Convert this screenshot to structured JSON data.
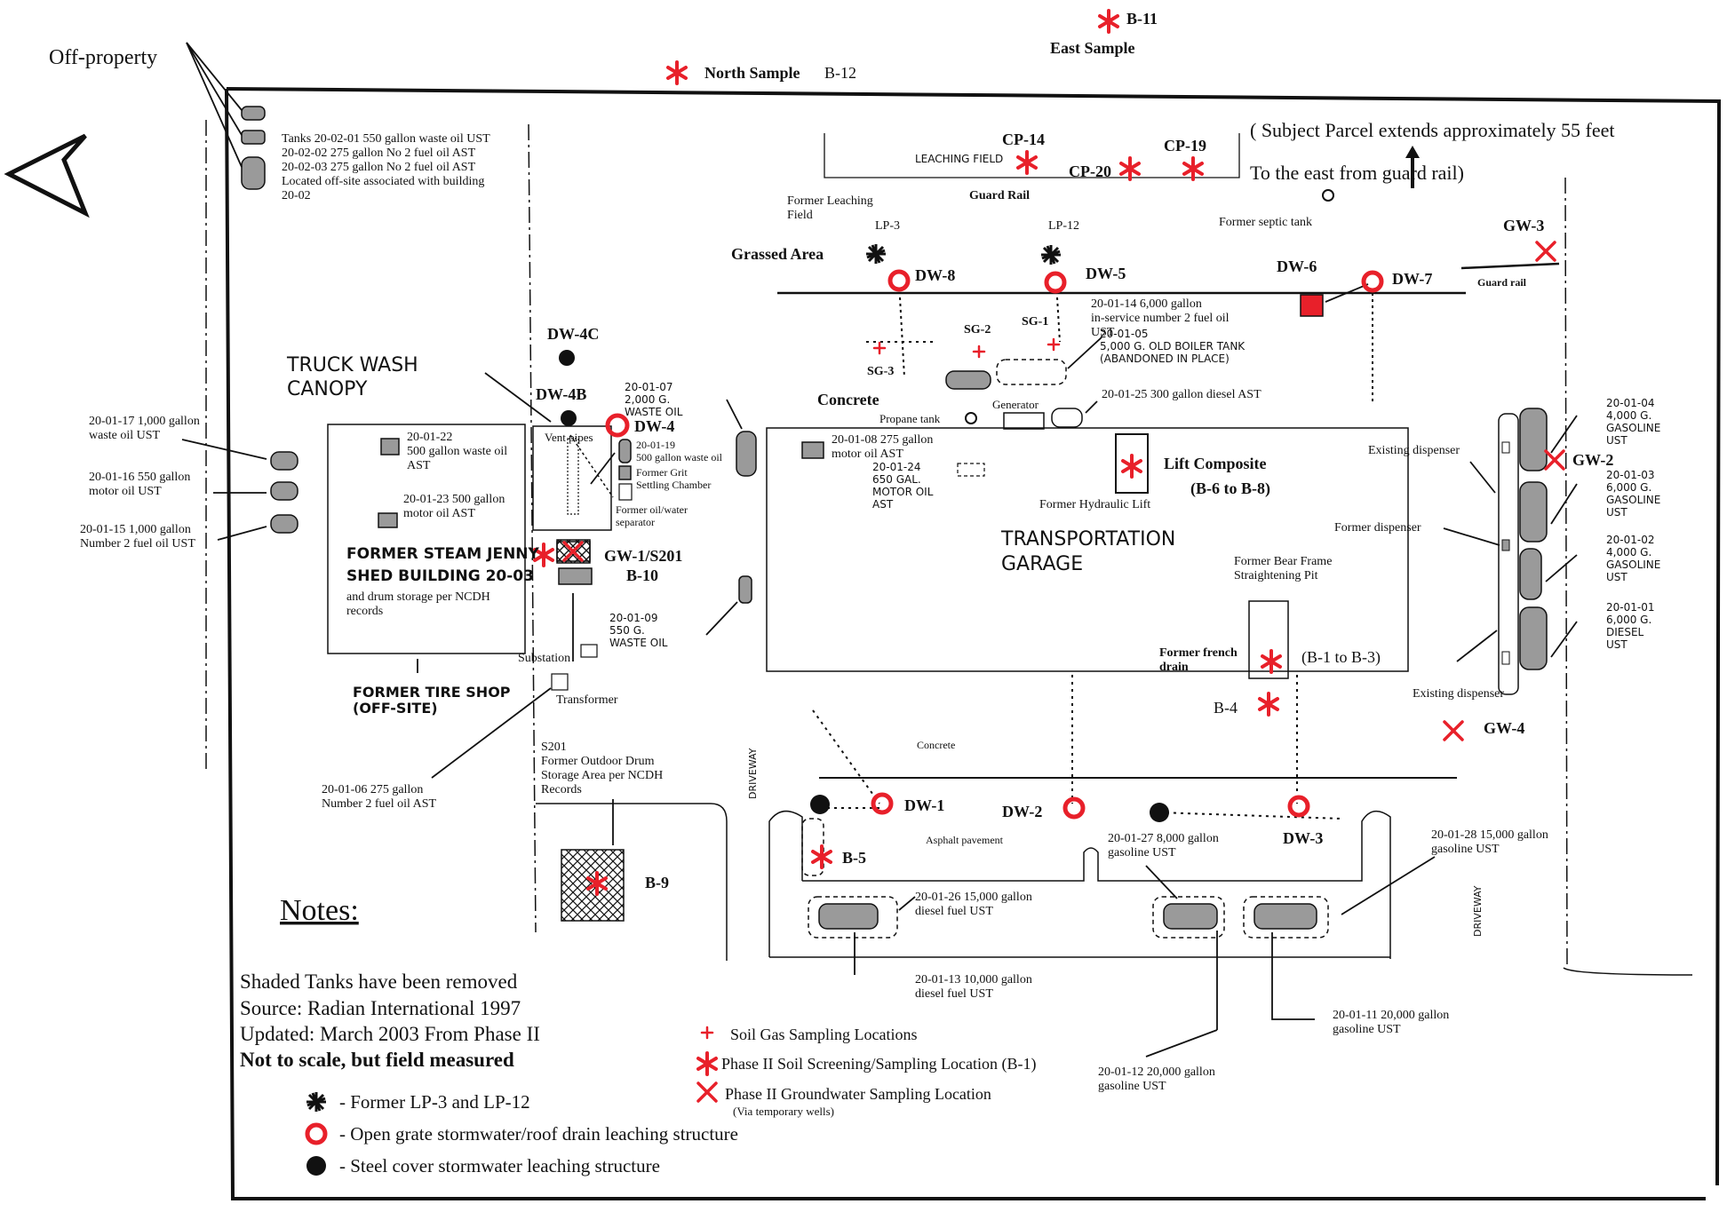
{
  "colors": {
    "ink": "#111111",
    "sample_red": "#e8202a",
    "tank_fill": "#9a9a9a"
  },
  "icons": {
    "soil_gas": "red-small-star-icon",
    "soil_sample": "red-asterisk-icon",
    "groundwater": "red-x-icon",
    "former_lp": "black-starburst-icon",
    "open_grate": "red-ring-icon",
    "steel_cover": "black-dot-icon",
    "north_arrow": "north-arrow-icon"
  },
  "labels": [
    {
      "id": "off-property",
      "lines": [
        "Off-property"
      ]
    },
    {
      "id": "b11",
      "lines": [
        "B-11"
      ]
    },
    {
      "id": "east-sample",
      "lines": [
        "East Sample"
      ]
    },
    {
      "id": "north-sample",
      "lines": [
        "North Sample"
      ]
    },
    {
      "id": "b12",
      "lines": [
        "B-12"
      ]
    },
    {
      "id": "subject-parcel",
      "lines": [
        "( Subject Parcel extends approximately 55 feet",
        "To the east from guard rail)"
      ]
    },
    {
      "id": "tanks-20-02",
      "lines": [
        "Tanks 20-02-01 550 gallon waste oil UST",
        "20-02-02 275 gallon No 2 fuel oil AST",
        "20-02-03 275 gallon No 2 fuel oil AST",
        "Located off-site associated with building",
        "20-02"
      ]
    },
    {
      "id": "cp14",
      "lines": [
        "CP-14"
      ]
    },
    {
      "id": "cp20",
      "lines": [
        "CP-20"
      ]
    },
    {
      "id": "cp19",
      "lines": [
        "CP-19"
      ]
    },
    {
      "id": "leaching-field",
      "lines": [
        "LEACHING FIELD"
      ]
    },
    {
      "id": "guard-rail-top",
      "lines": [
        "Guard Rail"
      ]
    },
    {
      "id": "former-leaching-field",
      "lines": [
        "Former Leaching",
        "Field"
      ]
    },
    {
      "id": "former-septic-tank",
      "lines": [
        "Former septic tank"
      ]
    },
    {
      "id": "gw3",
      "lines": [
        "GW-3"
      ]
    },
    {
      "id": "guard-rail-right",
      "lines": [
        "Guard rail"
      ]
    },
    {
      "id": "lp3",
      "lines": [
        "LP-3"
      ]
    },
    {
      "id": "lp12",
      "lines": [
        "LP-12"
      ]
    },
    {
      "id": "grassed-area",
      "lines": [
        "Grassed Area"
      ]
    },
    {
      "id": "dw8",
      "lines": [
        "DW-8"
      ]
    },
    {
      "id": "dw5",
      "lines": [
        "DW-5"
      ]
    },
    {
      "id": "dw6",
      "lines": [
        "DW-6"
      ]
    },
    {
      "id": "dw7",
      "lines": [
        "DW-7"
      ]
    },
    {
      "id": "tank-20-01-14",
      "lines": [
        "20-01-14 6,000 gallon",
        "in-service number 2 fuel oil",
        "UST"
      ]
    },
    {
      "id": "tank-20-01-05",
      "lines": [
        "20-01-05",
        "5,000 G. OLD BOILER TANK",
        "(ABANDONED IN PLACE)"
      ]
    },
    {
      "id": "sg2",
      "lines": [
        "SG-2"
      ]
    },
    {
      "id": "sg1",
      "lines": [
        "SG-1"
      ]
    },
    {
      "id": "sg3",
      "lines": [
        "SG-3"
      ]
    },
    {
      "id": "truck-wash",
      "lines": [
        "TRUCK WASH",
        "CANOPY"
      ]
    },
    {
      "id": "dw4c",
      "lines": [
        "DW-4C"
      ]
    },
    {
      "id": "dw4b",
      "lines": [
        "DW-4B"
      ]
    },
    {
      "id": "dw4",
      "lines": [
        "DW-4"
      ]
    },
    {
      "id": "vent-pipes",
      "lines": [
        "Vent pipes"
      ]
    },
    {
      "id": "tank-20-01-07",
      "lines": [
        "20-01-07",
        "2,000 G.",
        "WASTE OIL"
      ]
    },
    {
      "id": "tank-20-01-19",
      "lines": [
        "20-01-19",
        "500 gallon waste oil"
      ]
    },
    {
      "id": "former-grit",
      "lines": [
        "Former Grit",
        "Settling Chamber"
      ]
    },
    {
      "id": "former-oil-water",
      "lines": [
        "Former oil/water",
        "separator"
      ]
    },
    {
      "id": "concrete-top",
      "lines": [
        "Concrete"
      ]
    },
    {
      "id": "propane-tank",
      "lines": [
        "Propane tank"
      ]
    },
    {
      "id": "generator",
      "lines": [
        "Generator"
      ]
    },
    {
      "id": "tank-20-01-25",
      "lines": [
        "20-01-25  300 gallon diesel AST"
      ]
    },
    {
      "id": "tank-20-01-08",
      "lines": [
        "20-01-08 275 gallon",
        "motor oil AST"
      ]
    },
    {
      "id": "tank-20-01-24",
      "lines": [
        "20-01-24",
        "650 GAL.",
        "MOTOR OIL",
        "AST"
      ]
    },
    {
      "id": "lift-composite",
      "lines": [
        "Lift Composite"
      ]
    },
    {
      "id": "b6-b8",
      "lines": [
        "(B-6 to B-8)"
      ]
    },
    {
      "id": "former-hydraulic-lift",
      "lines": [
        "Former Hydraulic Lift"
      ]
    },
    {
      "id": "transportation-garage",
      "lines": [
        "TRANSPORTATION",
        "GARAGE"
      ]
    },
    {
      "id": "bear-frame",
      "lines": [
        "Former Bear Frame",
        "Straightening Pit"
      ]
    },
    {
      "id": "french-drain",
      "lines": [
        "Former french",
        "drain"
      ]
    },
    {
      "id": "b1-b3",
      "lines": [
        "(B-1 to B-3)"
      ]
    },
    {
      "id": "b4",
      "lines": [
        "B-4"
      ]
    },
    {
      "id": "existing-dispenser-1",
      "lines": [
        "Existing dispenser"
      ]
    },
    {
      "id": "former-dispenser",
      "lines": [
        "Former dispenser"
      ]
    },
    {
      "id": "existing-dispenser-2",
      "lines": [
        "Existing dispenser"
      ]
    },
    {
      "id": "gw2",
      "lines": [
        "GW-2"
      ]
    },
    {
      "id": "gw4",
      "lines": [
        "GW-4"
      ]
    },
    {
      "id": "tank-20-01-04",
      "lines": [
        "20-01-04",
        "4,000 G.",
        "GASOLINE",
        "UST"
      ]
    },
    {
      "id": "tank-20-01-03",
      "lines": [
        "20-01-03",
        "6,000 G.",
        "GASOLINE",
        "UST"
      ]
    },
    {
      "id": "tank-20-01-02",
      "lines": [
        "20-01-02",
        "4,000 G.",
        "GASOLINE",
        "UST"
      ]
    },
    {
      "id": "tank-20-01-01",
      "lines": [
        "20-01-01",
        "6,000 G.",
        "DIESEL",
        "UST"
      ]
    },
    {
      "id": "tank-20-01-17",
      "lines": [
        "20-01-17 1,000 gallon",
        "waste oil UST"
      ]
    },
    {
      "id": "tank-20-01-16",
      "lines": [
        "20-01-16  550 gallon",
        "motor oil UST"
      ]
    },
    {
      "id": "tank-20-01-15",
      "lines": [
        "20-01-15  1,000 gallon",
        "Number 2 fuel oil UST"
      ]
    },
    {
      "id": "tank-20-01-22",
      "lines": [
        "20-01-22",
        "500 gallon waste oil",
        "AST"
      ]
    },
    {
      "id": "tank-20-01-23",
      "lines": [
        "20-01-23 500 gallon",
        "motor oil AST"
      ]
    },
    {
      "id": "steam-jenny",
      "lines": [
        "FORMER STEAM JENNY",
        "SHED BUILDING 20-03"
      ]
    },
    {
      "id": "drum-storage",
      "lines": [
        "and drum storage per NCDH",
        "records"
      ]
    },
    {
      "id": "former-tire-shop",
      "lines": [
        "FORMER TIRE SHOP",
        "(OFF-SITE)"
      ]
    },
    {
      "id": "gw1",
      "lines": [
        "GW-1/S201"
      ]
    },
    {
      "id": "b10",
      "lines": [
        "B-10"
      ]
    },
    {
      "id": "tank-20-01-09",
      "lines": [
        "20-01-09",
        "550 G.",
        "WASTE OIL"
      ]
    },
    {
      "id": "substation",
      "lines": [
        "Substation"
      ]
    },
    {
      "id": "transformer",
      "lines": [
        "Transformer"
      ]
    },
    {
      "id": "tank-20-01-06",
      "lines": [
        "20-01-06 275 gallon",
        "Number 2 fuel oil AST"
      ]
    },
    {
      "id": "s201",
      "lines": [
        "S201",
        "Former Outdoor Drum",
        "Storage Area per NCDH",
        "Records"
      ]
    },
    {
      "id": "driveway-left",
      "lines": [
        "DRIVEWAY"
      ]
    },
    {
      "id": "driveway-right",
      "lines": [
        "DRIVEWAY"
      ]
    },
    {
      "id": "concrete-mid",
      "lines": [
        "Concrete"
      ]
    },
    {
      "id": "dw1",
      "lines": [
        "DW-1"
      ]
    },
    {
      "id": "dw2",
      "lines": [
        "DW-2"
      ]
    },
    {
      "id": "dw3",
      "lines": [
        "DW-3"
      ]
    },
    {
      "id": "asphalt",
      "lines": [
        "Asphalt pavement"
      ]
    },
    {
      "id": "b5",
      "lines": [
        "B-5"
      ]
    },
    {
      "id": "b9",
      "lines": [
        "B-9"
      ]
    },
    {
      "id": "tank-20-01-27",
      "lines": [
        "20-01-27   8,000 gallon",
        "gasoline UST"
      ]
    },
    {
      "id": "tank-20-01-28",
      "lines": [
        "20-01-28 15,000 gallon",
        "gasoline UST"
      ]
    },
    {
      "id": "tank-20-01-26",
      "lines": [
        "20-01-26 15,000 gallon",
        "diesel fuel UST"
      ]
    },
    {
      "id": "tank-20-01-13",
      "lines": [
        "20-01-13  10,000 gallon",
        "diesel fuel UST"
      ]
    },
    {
      "id": "tank-20-01-11",
      "lines": [
        "20-01-11 20,000 gallon",
        "gasoline UST"
      ]
    },
    {
      "id": "tank-20-01-12",
      "lines": [
        "20-01-12  20,000 gallon",
        "gasoline UST"
      ]
    }
  ],
  "notes": {
    "heading": "Notes:",
    "lines": [
      "Shaded Tanks have been removed",
      "Source: Radian International 1997",
      "Updated: March 2003 From Phase II",
      "Not to scale, but field measured"
    ]
  },
  "legend": [
    {
      "icon": "black-starburst-icon",
      "text": "- Former LP-3 and LP-12"
    },
    {
      "icon": "red-ring-icon",
      "text": "- Open grate stormwater/roof drain leaching structure"
    },
    {
      "icon": "black-dot-icon",
      "text": "- Steel cover stormwater leaching structure"
    },
    {
      "icon": "red-small-star-icon",
      "text": "Soil Gas Sampling Locations"
    },
    {
      "icon": "red-asterisk-icon",
      "text": "Phase II Soil Screening/Sampling Location (B-1)"
    },
    {
      "icon": "red-x-icon",
      "text": "Phase II Groundwater Sampling Location"
    },
    {
      "icon": "",
      "text": "(Via temporary wells)"
    }
  ]
}
